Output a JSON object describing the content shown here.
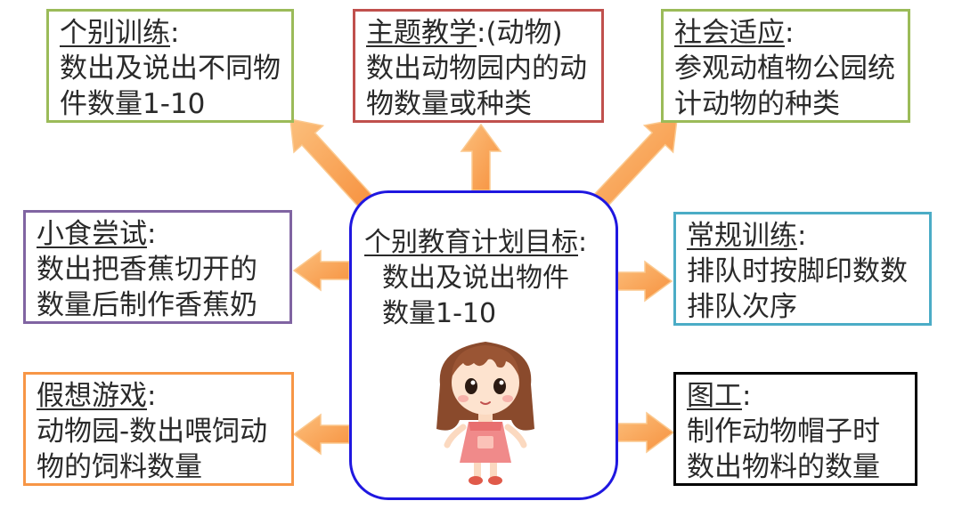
{
  "colors": {
    "arrow": "#f8a35a",
    "arrow_edge": "#fbc98f",
    "center_border": "#1f17e0",
    "green": "#9bbb59",
    "red": "#c0504d",
    "purple": "#8064a2",
    "teal": "#4bacc6",
    "orange": "#f79646",
    "black": "#000000"
  },
  "center": {
    "title": "个别教育计划目标",
    "colon": ":",
    "line1": "数出及说出物件",
    "line2": "数量1-10",
    "illustration": "girl-illustration"
  },
  "boxes": {
    "top_left": {
      "title": "个别训练",
      "colon": ":",
      "line1": "数出及说出不同物",
      "line2": "件数量1-10"
    },
    "top_center": {
      "title": "主题教学",
      "colon": ":(动物)",
      "line1": "数出动物园内的动",
      "line2": "物数量或种类"
    },
    "top_right": {
      "title": "社会适应",
      "colon": ":",
      "line1": "参观动植物公园统",
      "line2": "计动物的种类"
    },
    "mid_left": {
      "title": "小食尝试",
      "colon": ":",
      "line1": "数出把香蕉切开的",
      "line2": "数量后制作香蕉奶"
    },
    "mid_right": {
      "title": "常规训练",
      "colon": ":",
      "line1": "排队时按脚印数数",
      "line2": "排队次序"
    },
    "bottom_left": {
      "title": "假想游戏",
      "colon": ":",
      "line1": "动物园-数出喂饲动",
      "line2": "物的饲料数量"
    },
    "bottom_right": {
      "title": "图工",
      "colon": ":",
      "line1": "制作动物帽子时",
      "line2": "数出物料的数量"
    }
  }
}
